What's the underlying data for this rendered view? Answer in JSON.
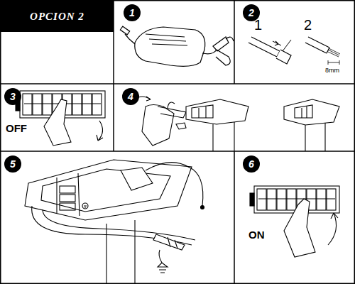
{
  "diagram": {
    "title": "OPCION 2",
    "nodes": [
      {
        "text": [
          "1"
        ]
      },
      {
        "text": [
          "2"
        ]
      },
      {
        "text": [
          "3"
        ]
      },
      {
        "text": [
          "4"
        ]
      },
      {
        "text": [
          "5"
        ]
      },
      {
        "text": [
          "6"
        ]
      }
    ],
    "labels": [
      "1",
      "2",
      "8mm",
      "OFF",
      "ON"
    ]
  }
}
